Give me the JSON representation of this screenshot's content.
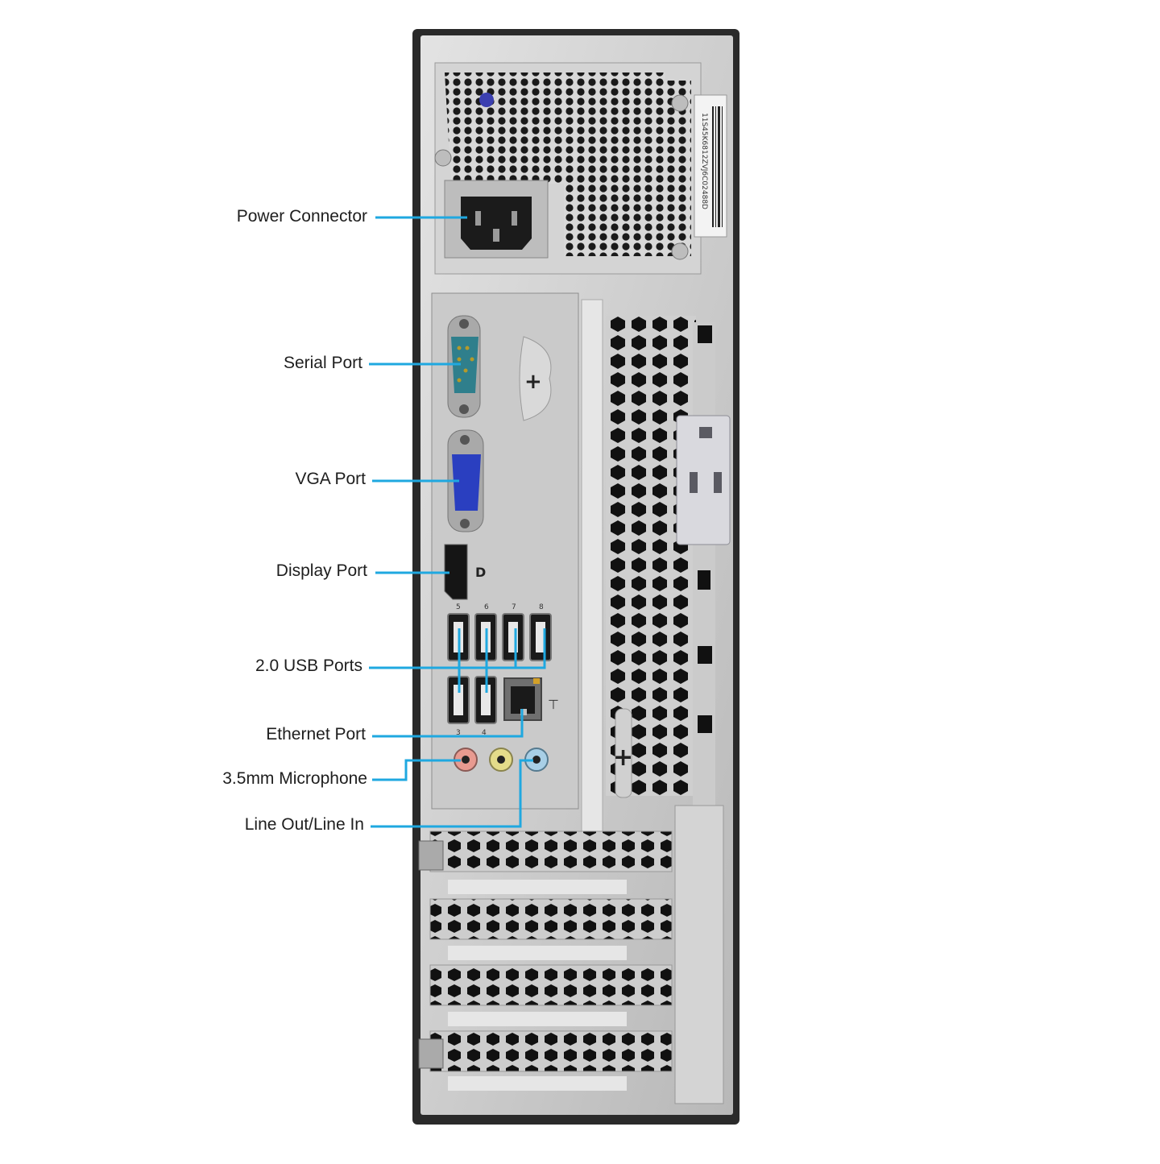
{
  "callouts": [
    {
      "id": "power-connector",
      "label": "Power Connector"
    },
    {
      "id": "serial-port",
      "label": "Serial Port"
    },
    {
      "id": "vga-port",
      "label": "VGA Port"
    },
    {
      "id": "display-port",
      "label": "Display Port"
    },
    {
      "id": "usb-ports",
      "label": "2.0 USB Ports"
    },
    {
      "id": "ethernet-port",
      "label": "Ethernet Port"
    },
    {
      "id": "microphone",
      "label": "3.5mm Microphone"
    },
    {
      "id": "line-out-in",
      "label": "Line Out/Line In"
    }
  ],
  "usb_numbers": [
    "5",
    "6",
    "7",
    "8",
    "3",
    "4"
  ],
  "label_serial": "11S45K6812ZVJ6C02488D",
  "colors": {
    "callout_line": "#1fa8e0",
    "chassis_frame": "#2a2a2a",
    "metal_panel": "#c9c9c9",
    "serial_connector": "#2f7f8c",
    "vga_connector": "#2a3fc0",
    "mic_jack": "#e89a90",
    "line_out_jack": "#e4dc8a",
    "line_in_jack": "#a8cfe6"
  }
}
